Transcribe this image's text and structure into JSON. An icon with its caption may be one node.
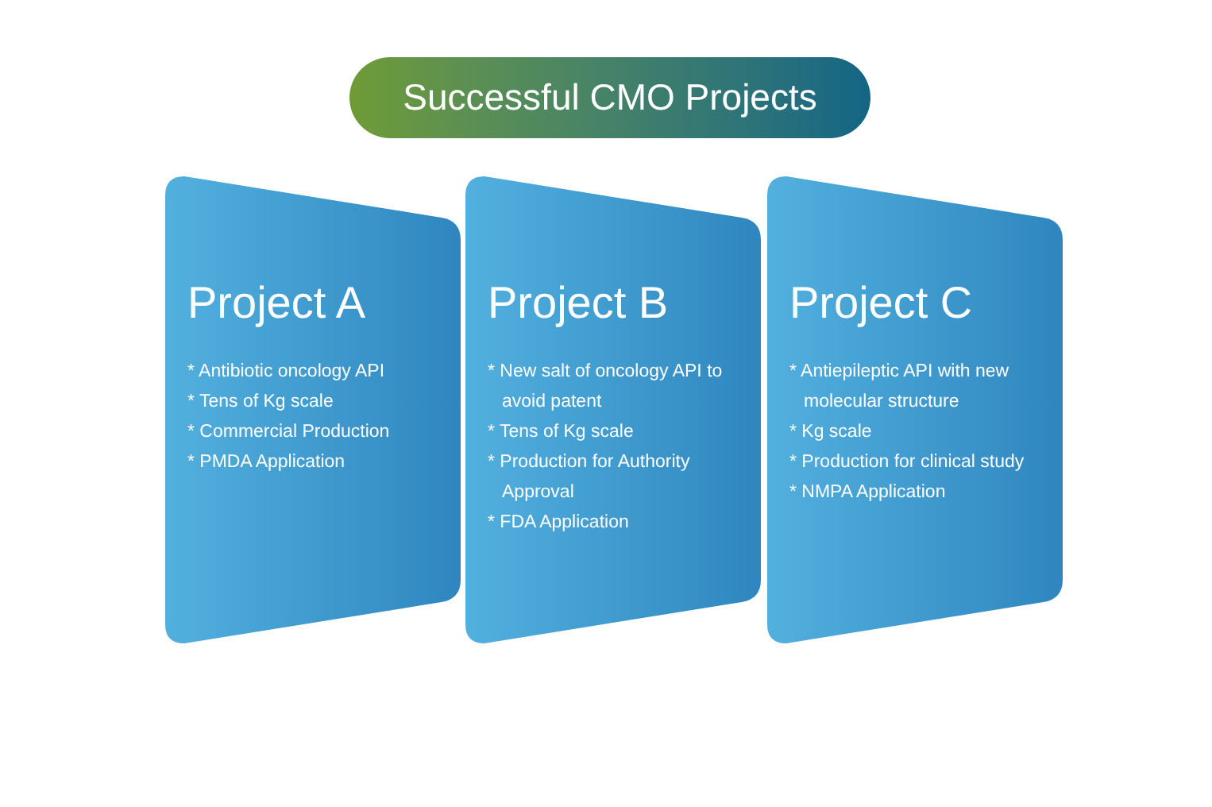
{
  "diagram": {
    "title": "Successful CMO Projects",
    "nodes": [
      {
        "text": [
          "Project A",
          "* Antibiotic oncology API",
          "* Tens of Kg scale",
          "* Commercial Production",
          "* PMDA Application"
        ]
      },
      {
        "text": [
          "Project B",
          "* New salt of oncology API to avoid patent",
          "* Tens of Kg scale",
          "* Production for Authority Approval",
          "* FDA Application"
        ]
      },
      {
        "text": [
          "Project C",
          "* Antiepileptic API with new molecular structure",
          "* Kg scale",
          "* Production for clinical study",
          "* NMPA Application"
        ]
      }
    ]
  }
}
